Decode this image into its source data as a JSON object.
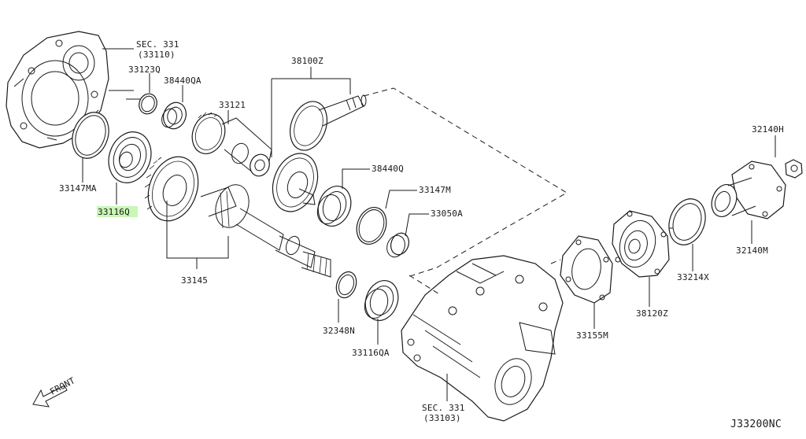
{
  "diagram": {
    "code": "J33200NC",
    "front_label": "FRONT",
    "highlight_color": "#c9f7b6",
    "line_color": "#1a1a1a",
    "labels": {
      "sec331_top_l1": "SEC. 331",
      "sec331_top_l2": "(33110)",
      "p33123q": "33123Q",
      "p38440qa": "38440QA",
      "p33121": "33121",
      "p38100z": "38100Z",
      "p33147ma": "33147MA",
      "p33116q": "33116Q",
      "p38440q": "38440Q",
      "p33147m": "33147M",
      "p33050a": "33050A",
      "p33145": "33145",
      "p32348n": "32348N",
      "p33116qa": "33116QA",
      "sec331_bot_l1": "SEC. 331",
      "sec331_bot_l2": "(33103)",
      "p33155m": "33155M",
      "p38120z": "38120Z",
      "p33214x": "33214X",
      "p32140m": "32140M",
      "p32140h": "32140H"
    }
  }
}
